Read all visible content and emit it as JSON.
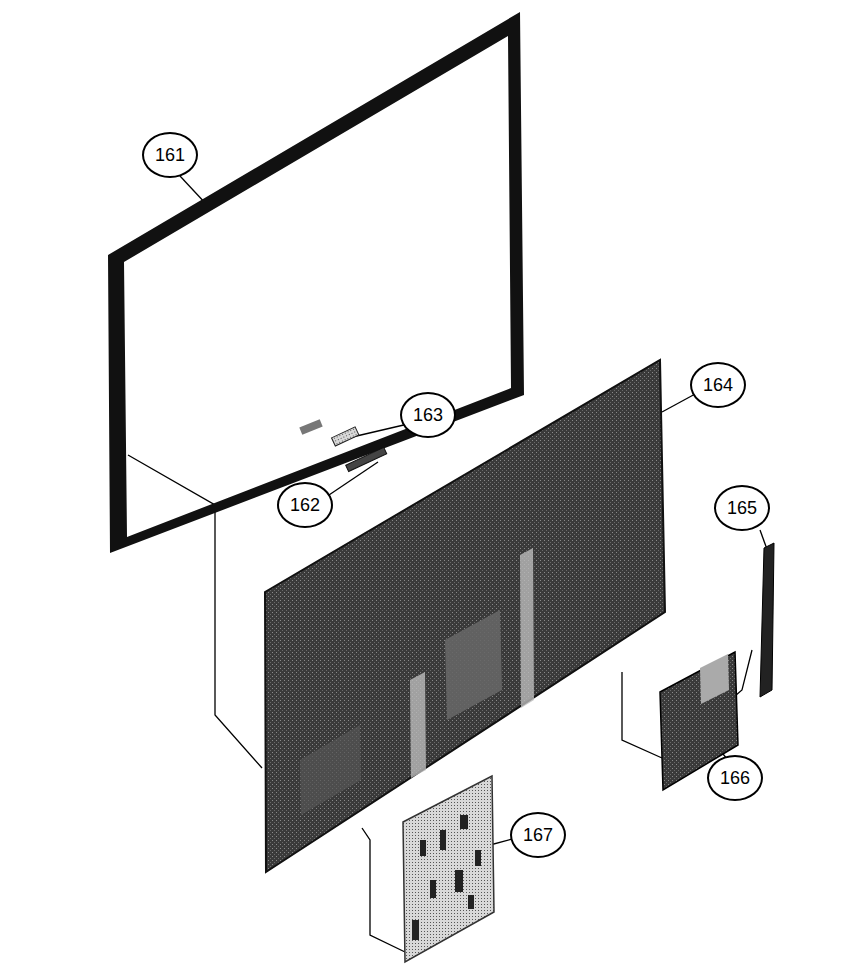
{
  "diagram": {
    "labels": [
      "161",
      "163",
      "162",
      "164",
      "165",
      "166",
      "167"
    ]
  }
}
